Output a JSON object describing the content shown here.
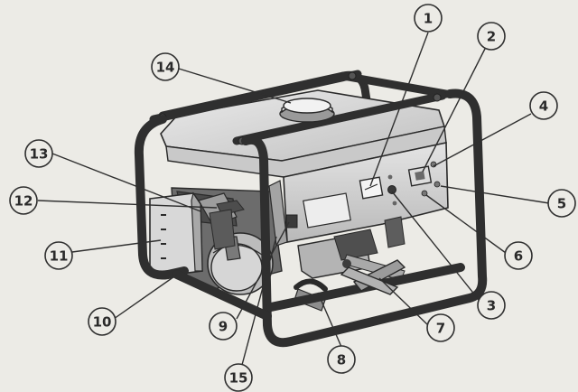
{
  "callouts": [
    {
      "number": "1"
    },
    {
      "number": "2"
    },
    {
      "number": "3"
    },
    {
      "number": "4"
    },
    {
      "number": "5"
    },
    {
      "number": "6"
    },
    {
      "number": "7"
    },
    {
      "number": "8"
    },
    {
      "number": "9"
    },
    {
      "number": "10"
    },
    {
      "number": "11"
    },
    {
      "number": "12"
    },
    {
      "number": "13"
    },
    {
      "number": "14"
    },
    {
      "number": "15"
    }
  ],
  "colors": {
    "background": "#ecebe6",
    "frame": "#2f2f2f",
    "body_light": "#d9d9d9",
    "body_mid": "#bdbdbd",
    "body_dark": "#8c8c8c",
    "outline": "#2a2a2a"
  }
}
